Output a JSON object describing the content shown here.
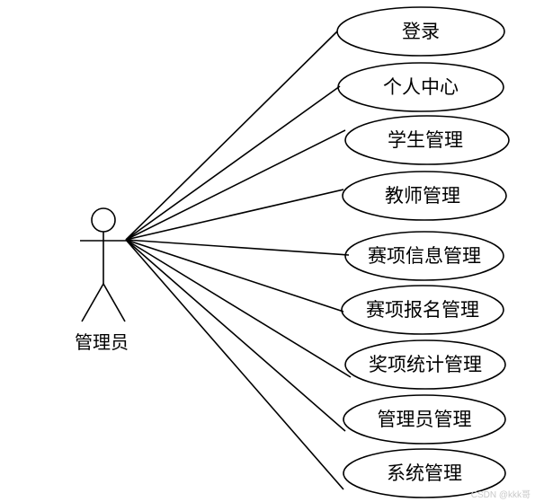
{
  "actor": {
    "name": "管理员"
  },
  "use_cases": [
    {
      "label": "登录"
    },
    {
      "label": "个人中心"
    },
    {
      "label": "学生管理"
    },
    {
      "label": "教师管理"
    },
    {
      "label": "赛项信息管理"
    },
    {
      "label": "赛项报名管理"
    },
    {
      "label": "奖项统计管理"
    },
    {
      "label": "管理员管理"
    },
    {
      "label": "系统管理"
    }
  ],
  "watermark": "CSDN @kkk哥"
}
